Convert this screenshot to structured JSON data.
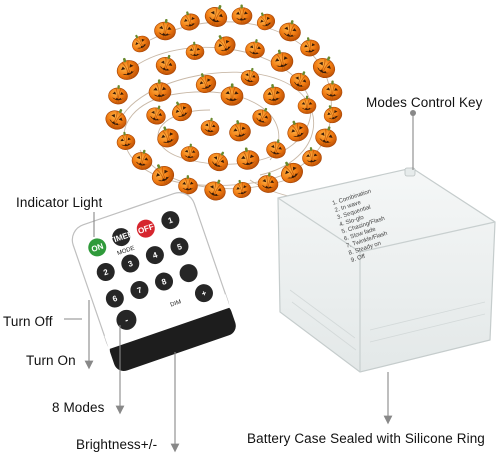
{
  "labels": {
    "modes_control_key": "Modes Control Key",
    "indicator_light": "Indicator Light",
    "turn_off": "Turn Off",
    "turn_on": "Turn On",
    "eight_modes": "8 Modes",
    "brightness": "Brightness+/-",
    "battery_case": "Battery Case Sealed with Silicone Ring"
  },
  "remote": {
    "on_key": "ON",
    "off_key": "OFF",
    "timer_key": "TIMER",
    "mode_key": "MODE",
    "dim_key": "DIM",
    "plus_key": "+",
    "minus_key": "-",
    "number_keys": [
      "1",
      "2",
      "3",
      "4",
      "5",
      "6",
      "7",
      "8"
    ]
  },
  "battery_box_modes": [
    "1. Combination",
    "2. In wave",
    "3. Sequential",
    "4. Slo-glo",
    "5. Chasing/Flash",
    "6. Slow fade",
    "7. Twinkle/Flash",
    "8. Steady on",
    "9. Off"
  ],
  "colors": {
    "pumpkin": "#f07a10",
    "pumpkin_dark": "#b94d05",
    "pumpkin_face": "#3a1c08",
    "stem": "#6b8a2e",
    "wire": "#c9b9a8",
    "remote_body": "#ffffff",
    "remote_band": "#1d1d1d",
    "key_dark": "#262626",
    "key_red": "#d6262e",
    "key_green": "#2f9a3a",
    "pointer": "#888888",
    "battery_case": "#eef1f1"
  }
}
